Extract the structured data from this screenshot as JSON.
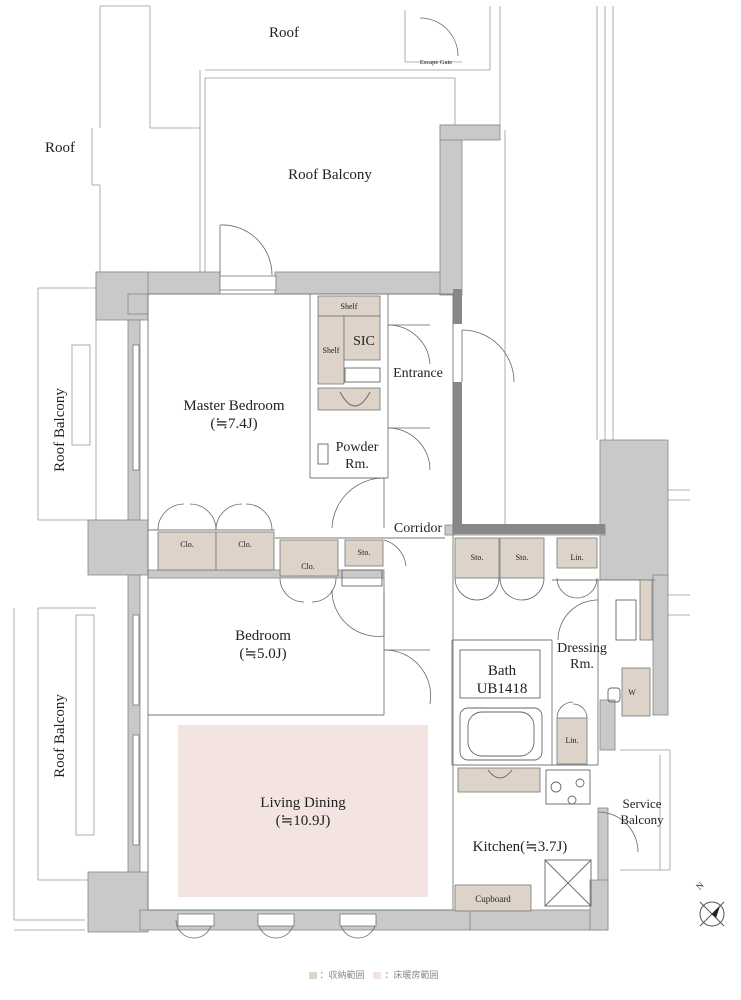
{
  "labels": {
    "roof_top": "Roof",
    "roof_left": "Roof",
    "escape_gate": "Escape Gate",
    "roof_balcony_top": "Roof Balcony",
    "roof_balcony_left_upper": "Roof Balcony",
    "roof_balcony_left_lower": "Roof Balcony",
    "shelf_top": "Shelf",
    "shelf_left": "Shelf",
    "sic": "SIC",
    "entrance": "Entrance",
    "master_bedroom": "Master Bedroom",
    "master_bedroom_size": "(≒7.4J)",
    "powder_room_1": "Powder",
    "powder_room_2": "Rm.",
    "corridor": "Corridor",
    "clo_1": "Clo.",
    "clo_2": "Clo.",
    "clo_3": "Clo.",
    "sto_1": "Sto.",
    "sto_2": "Sto.",
    "sto_3": "Sto.",
    "lin_1": "Lin.",
    "lin_2": "Lin.",
    "dressing_room_1": "Dressing",
    "dressing_room_2": "Rm.",
    "w": "W",
    "bedroom": "Bedroom",
    "bedroom_size": "(≒5.0J)",
    "bath": "Bath",
    "bath_unit": "UB1418",
    "living_dining": "Living Dining",
    "living_dining_size": "(≒10.9J)",
    "kitchen": "Kitchen(≒3.7J)",
    "cupboard": "Cupboard",
    "service_balcony_1": "Service",
    "service_balcony_2": "Balcony",
    "north": "N"
  },
  "legend": {
    "storage": "：収納範囲",
    "floor_heating": "：床暖房範囲"
  },
  "colors": {
    "wall": "#c9c9c9",
    "storage": "#ddd3c8",
    "floor_heating": "#f3e4e2",
    "line": "#777777"
  }
}
